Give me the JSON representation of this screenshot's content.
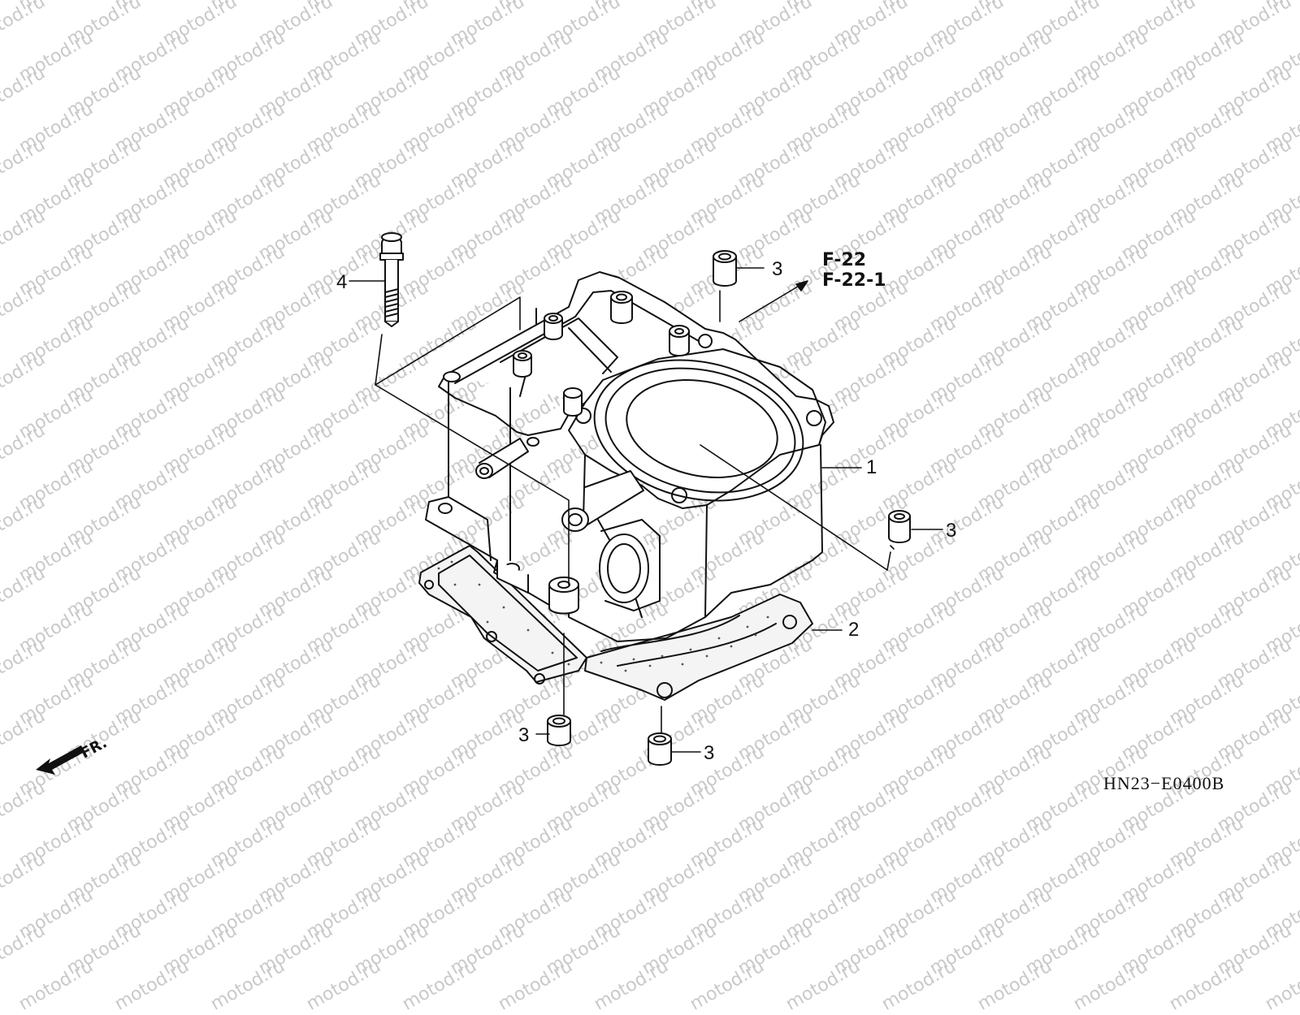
{
  "watermark": {
    "text": "motod.ru"
  },
  "callouts": {
    "cylinder": "1",
    "gasket": "2",
    "dowel_top": "3",
    "dowel_right": "3",
    "dowel_bottom_left": "3",
    "dowel_bottom_right": "3",
    "bolt": "4"
  },
  "references": {
    "ref1": "F-22",
    "ref2": "F-22-1"
  },
  "front_indicator": {
    "label": "FR."
  },
  "diagram_code": "HN23−E0400B"
}
